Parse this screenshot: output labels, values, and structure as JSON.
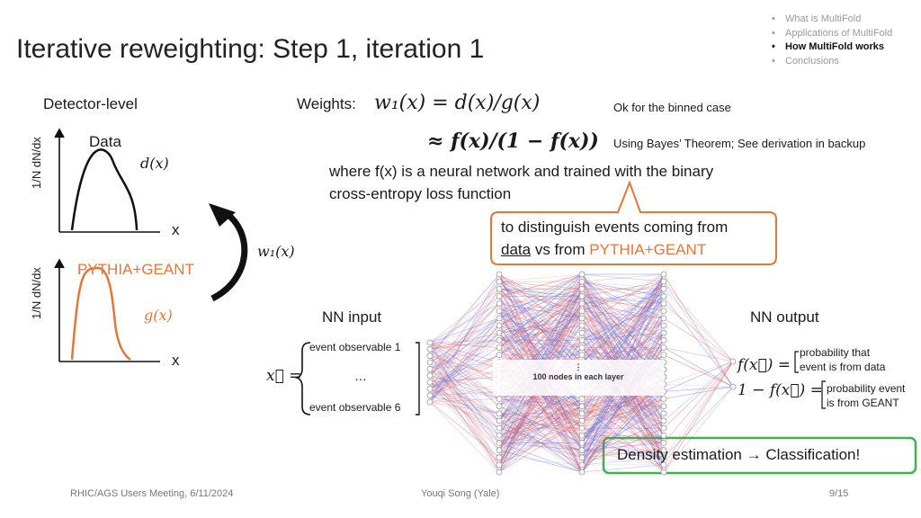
{
  "slide": {
    "title": "Iterative reweighting: Step 1, iteration 1",
    "outline": [
      {
        "label": "What is MultiFold",
        "active": false
      },
      {
        "label": "Applications of MultiFold",
        "active": false
      },
      {
        "label": "How MultiFold works",
        "active": true
      },
      {
        "label": "Conclusions",
        "active": false
      }
    ]
  },
  "left": {
    "heading": "Detector-level",
    "y_axis_label": "1/N dN/dx",
    "top_plot": {
      "label": "Data",
      "func": "d(x)",
      "x_label": "x"
    },
    "bottom_plot": {
      "label": "PYTHIA+GEANT",
      "func": "g(x)",
      "x_label": "x"
    },
    "arrow_label": "w₁(x)"
  },
  "weights": {
    "label": "Weights:",
    "formula": "w₁(x) = d(x)/g(x)",
    "binned_note": "Ok for the binned case",
    "approx_formula": "≈ f(x)/(1 − f(x))",
    "bayes_note": "Using Bayes’ Theorem; See derivation in backup",
    "description_line1": "where f(x) is a neural network and trained with the binary",
    "description_line2": "cross-entropy loss function"
  },
  "callout": {
    "line1": "to distinguish events coming from",
    "data_word": "data",
    "vs_text": " vs from ",
    "sim_word": "PYTHIA+GEANT"
  },
  "nn": {
    "input_heading": "NN input",
    "output_heading": "NN output",
    "input_vector": "x⃗ =",
    "input_first": "event observable 1",
    "input_dots": "…",
    "input_last": "event observable 6",
    "hidden_label_dots": "⋮",
    "hidden_label": "100 nodes in each layer",
    "out1_formula": "f(x⃗) =",
    "out1_text_1": "probability that",
    "out1_text_2": "event is from data",
    "out2_formula": "1 − f(x⃗) =",
    "out2_text_1": "probability event",
    "out2_text_2": "is from GEANT"
  },
  "conclusion": "Density estimation → Classification!",
  "footer": {
    "meeting": "RHIC/AGS Users Meeting, 6/11/2024",
    "author": "Youqi Song (Yale)",
    "page": "9/15"
  },
  "colors": {
    "orange": "#E3773A",
    "green": "#3DB54A",
    "callout_border": "#E3773A",
    "edge_red": "#E05555",
    "edge_blue": "#5566DD"
  }
}
